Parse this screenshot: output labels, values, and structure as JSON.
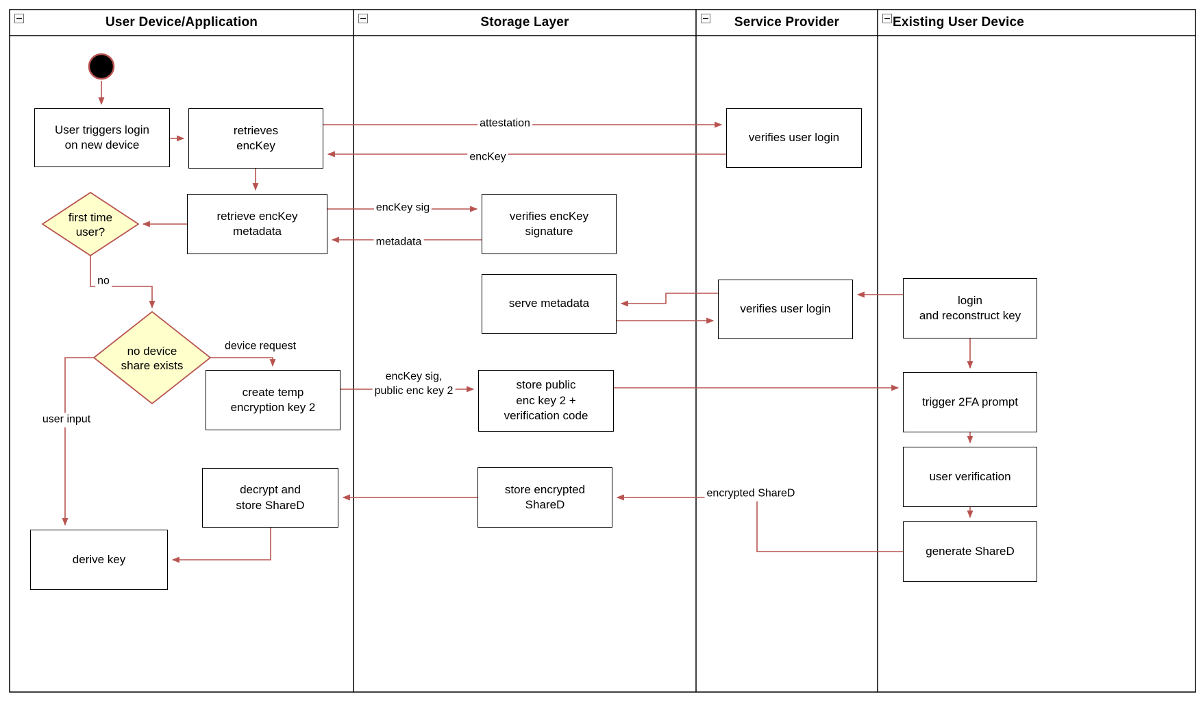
{
  "colors": {
    "accent_line": "#b85450",
    "node_border": "#000000",
    "node_fill": "#ffffff",
    "decision_fill": "#ffffcc",
    "start_node_fill": "#000000"
  },
  "lanes": [
    {
      "title": "User Device/Application"
    },
    {
      "title": "Storage Layer"
    },
    {
      "title": "Service Provider"
    },
    {
      "title": "Existing User Device"
    }
  ],
  "nodes": {
    "user_triggers_login": "User triggers login\non new device",
    "retrieves_enckey": "retrieves\nencKey",
    "retrieve_enckey_metadata": "retrieve encKey\nmetadata",
    "first_time_user": "first time\nuser?",
    "no_device_share_exists": "no device\nshare exists",
    "create_temp_encryption_key": "create temp\nencryption key 2",
    "decrypt_and_store_shared": "decrypt and\nstore ShareD",
    "derive_key": "derive key",
    "verifies_enckey_signature": "verifies encKey\nsignature",
    "serve_metadata": "serve metadata",
    "store_public_enc_key": "store public\nenc key 2 +\nverification code",
    "store_encrypted_shared": "store encrypted\nShareD",
    "verifies_user_login_top": "verifies user login",
    "verifies_user_login_mid": "verifies user login",
    "login_and_reconstruct_key": "login\nand reconstruct key",
    "trigger_2fa_prompt": "trigger 2FA prompt",
    "user_verification": "user verification",
    "generate_shared": "generate ShareD"
  },
  "edge_labels": {
    "attestation": "attestation",
    "enckey": "encKey",
    "enckey_sig": "encKey sig",
    "metadata": "metadata",
    "no": "no",
    "device_request": "device request",
    "enckey_sig_public_enc_key_2": "encKey sig,\npublic enc key 2",
    "user_input": "user input",
    "encrypted_shared": "encrypted ShareD"
  }
}
